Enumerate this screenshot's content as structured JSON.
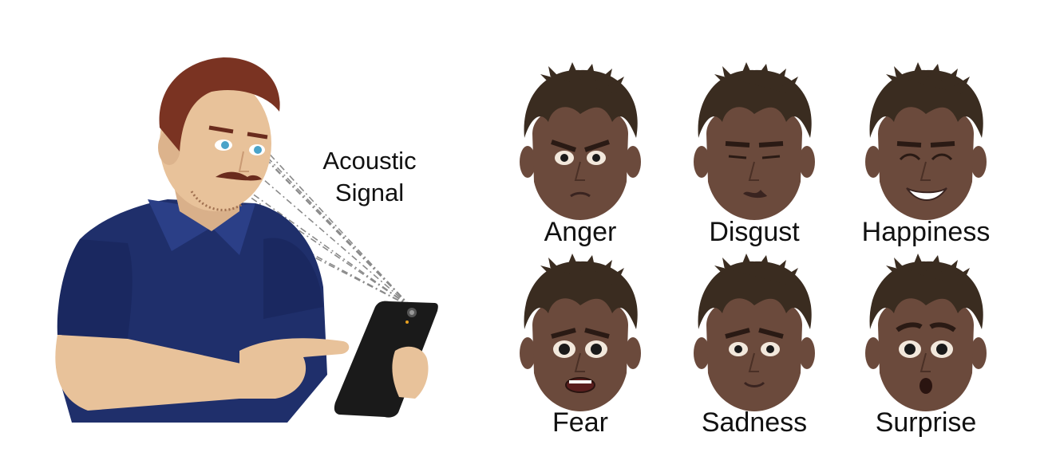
{
  "signal_label": {
    "line1": "Acoustic",
    "line2": "Signal"
  },
  "emotions": [
    {
      "id": "anger",
      "label": "Anger"
    },
    {
      "id": "disgust",
      "label": "Disgust"
    },
    {
      "id": "happiness",
      "label": "Happiness"
    },
    {
      "id": "fear",
      "label": "Fear"
    },
    {
      "id": "sadness",
      "label": "Sadness"
    },
    {
      "id": "surprise",
      "label": "Surprise"
    }
  ],
  "colors": {
    "shirt": "#1f2f6b",
    "skin": "#e8c29a",
    "hair": "#7a3322",
    "phone": "#1a1a1a",
    "avatar_skin": "#6b4a3c",
    "avatar_hair": "#3a2c20"
  }
}
